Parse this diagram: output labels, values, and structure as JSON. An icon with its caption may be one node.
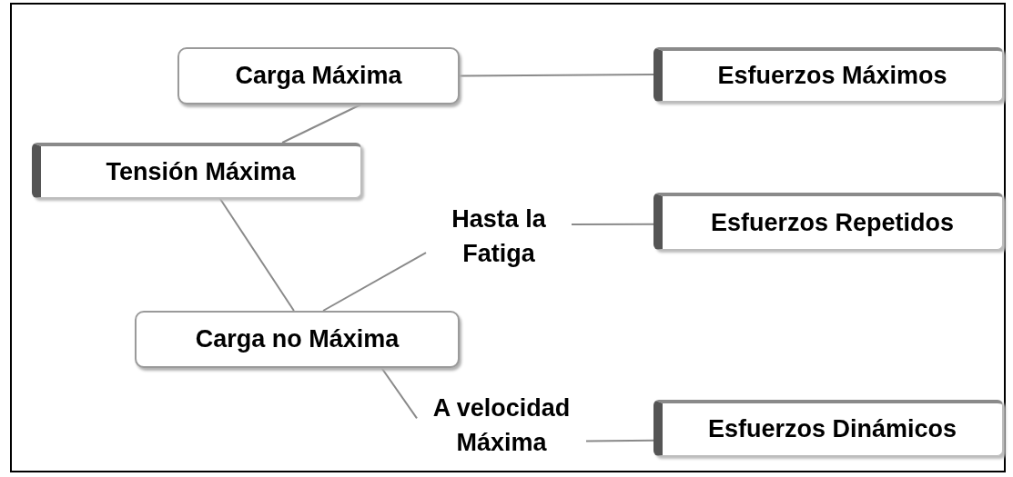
{
  "diagram": {
    "nodes": [
      {
        "text": [
          "Carga Máxima"
        ]
      },
      {
        "text": [
          "Esfuerzos Máximos"
        ]
      },
      {
        "text": [
          "Tensión Máxima"
        ]
      },
      {
        "text": [
          "Hasta la Fatiga"
        ]
      },
      {
        "text": [
          "Esfuerzos Repetidos"
        ]
      },
      {
        "text": [
          "Carga no Máxima"
        ]
      },
      {
        "text": [
          "A velocidad Máxima"
        ]
      },
      {
        "text": [
          "Esfuerzos Dinámicos"
        ]
      }
    ],
    "edges": [
      {
        "from": 0,
        "to": 1,
        "arrow": "none"
      },
      {
        "from": 0,
        "to": 2,
        "arrow": "none"
      },
      {
        "from": 2,
        "to": 5,
        "arrow": "none"
      },
      {
        "from": 5,
        "to": 3,
        "arrow": "none"
      },
      {
        "from": 3,
        "to": 4,
        "arrow": "none"
      },
      {
        "from": 5,
        "to": 6,
        "arrow": "none"
      },
      {
        "from": 6,
        "to": 7,
        "arrow": "none"
      }
    ]
  }
}
